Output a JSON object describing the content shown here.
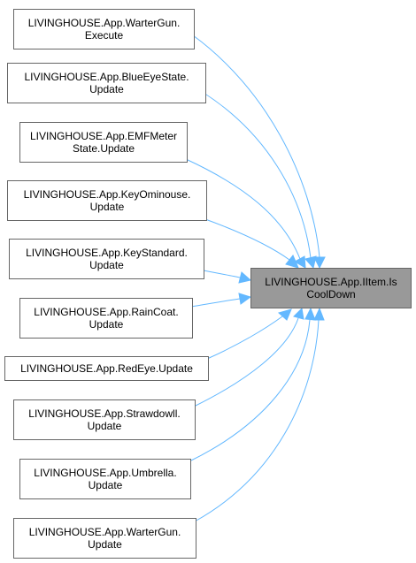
{
  "graph": {
    "edge_color": "#63b8ff",
    "node_border_color": "#666666",
    "node_fill": "#ffffff",
    "target_fill": "#999999",
    "target": {
      "line1": "LIVINGHOUSE.App.IItem.Is",
      "line2": "CoolDown"
    },
    "callers": [
      {
        "line1": "LIVINGHOUSE.App.WarterGun.",
        "line2": "Execute"
      },
      {
        "line1": "LIVINGHOUSE.App.BlueEyeState.",
        "line2": "Update"
      },
      {
        "line1": "LIVINGHOUSE.App.EMFMeter",
        "line2": "State.Update"
      },
      {
        "line1": "LIVINGHOUSE.App.KeyOminouse.",
        "line2": "Update"
      },
      {
        "line1": "LIVINGHOUSE.App.KeyStandard.",
        "line2": "Update"
      },
      {
        "line1": "LIVINGHOUSE.App.RainCoat.",
        "line2": "Update"
      },
      {
        "line1": "LIVINGHOUSE.App.RedEye.Update",
        "line2": ""
      },
      {
        "line1": "LIVINGHOUSE.App.Strawdowll.",
        "line2": "Update"
      },
      {
        "line1": "LIVINGHOUSE.App.Umbrella.",
        "line2": "Update"
      },
      {
        "line1": "LIVINGHOUSE.App.WarterGun.",
        "line2": "Update"
      }
    ]
  }
}
